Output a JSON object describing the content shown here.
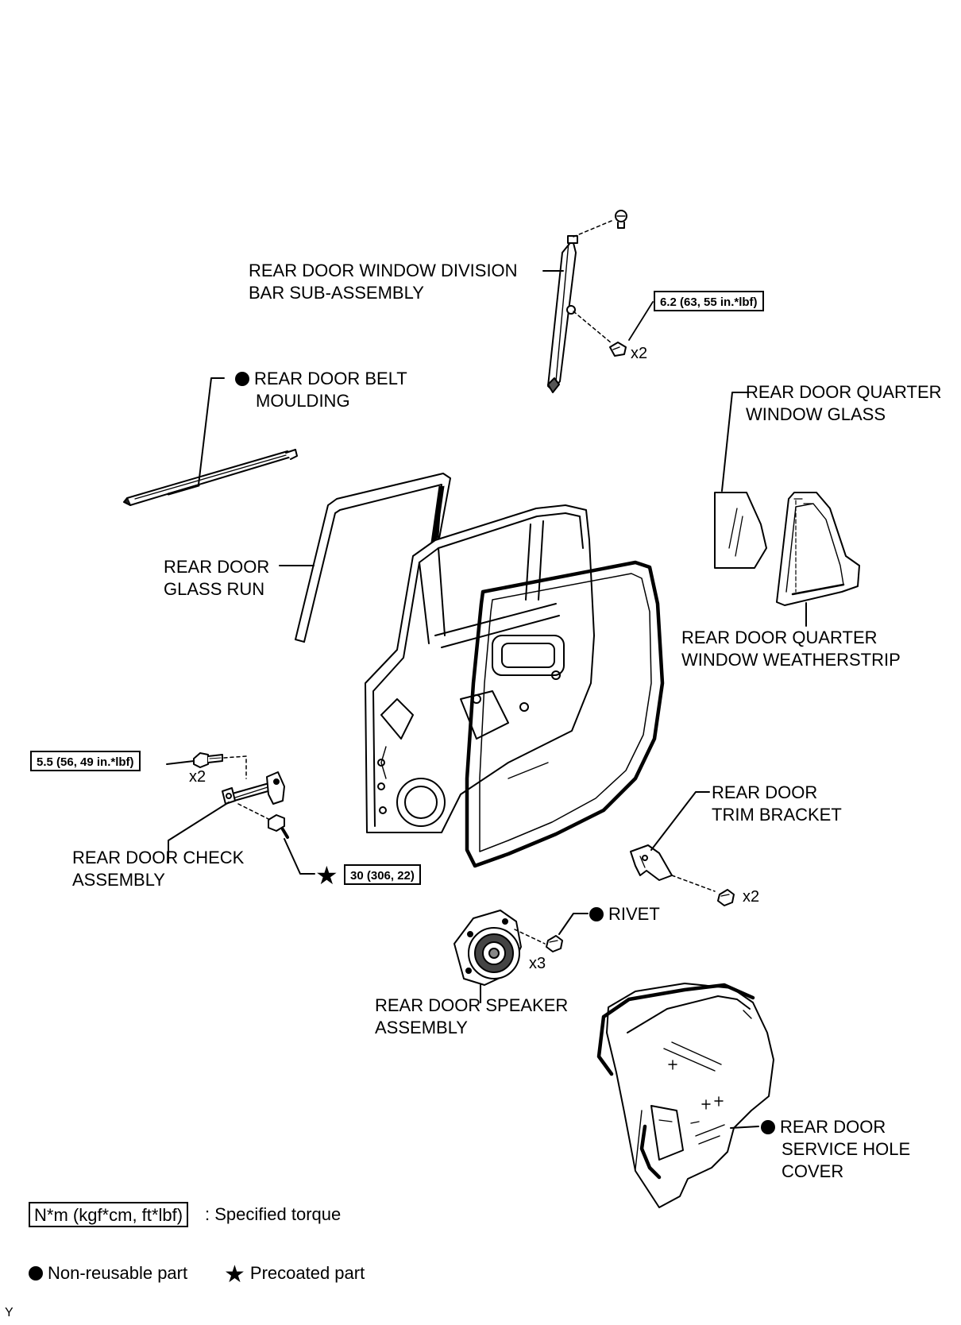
{
  "parts": {
    "division_bar": [
      "REAR DOOR WINDOW DIVISION",
      "BAR SUB-ASSEMBLY"
    ],
    "belt_moulding": [
      "REAR DOOR BELT",
      "MOULDING"
    ],
    "glass_run": [
      "REAR DOOR",
      "GLASS RUN"
    ],
    "quarter_glass": [
      "REAR DOOR QUARTER",
      "WINDOW GLASS"
    ],
    "quarter_weatherstrip": [
      "REAR DOOR QUARTER",
      "WINDOW WEATHERSTRIP"
    ],
    "check_assembly": [
      "REAR DOOR CHECK",
      "ASSEMBLY"
    ],
    "trim_bracket": [
      "REAR DOOR",
      "TRIM BRACKET"
    ],
    "rivet": "RIVET",
    "speaker": [
      "REAR DOOR SPEAKER",
      "ASSEMBLY"
    ],
    "service_hole_cover": [
      "REAR DOOR",
      "SERVICE HOLE",
      "COVER"
    ]
  },
  "torques": {
    "division_bar_screw": "6.2 (63, 55 in.*lbf)",
    "check_bolt": "5.5 (56, 49 in.*lbf)",
    "check_to_body": "30 (306, 22)"
  },
  "quantities": {
    "division_bar_screw": "x2",
    "check_bolt": "x2",
    "trim_bracket_screw": "x2",
    "rivet": "x3"
  },
  "legend": {
    "torque_unit": "N*m (kgf*cm, ft*lbf)",
    "torque_text": ": Specified torque",
    "non_reusable": "Non-reusable part",
    "precoated": "Precoated part"
  },
  "figure_code": "Y",
  "colors": {
    "line": "#000000",
    "background": "#ffffff"
  }
}
